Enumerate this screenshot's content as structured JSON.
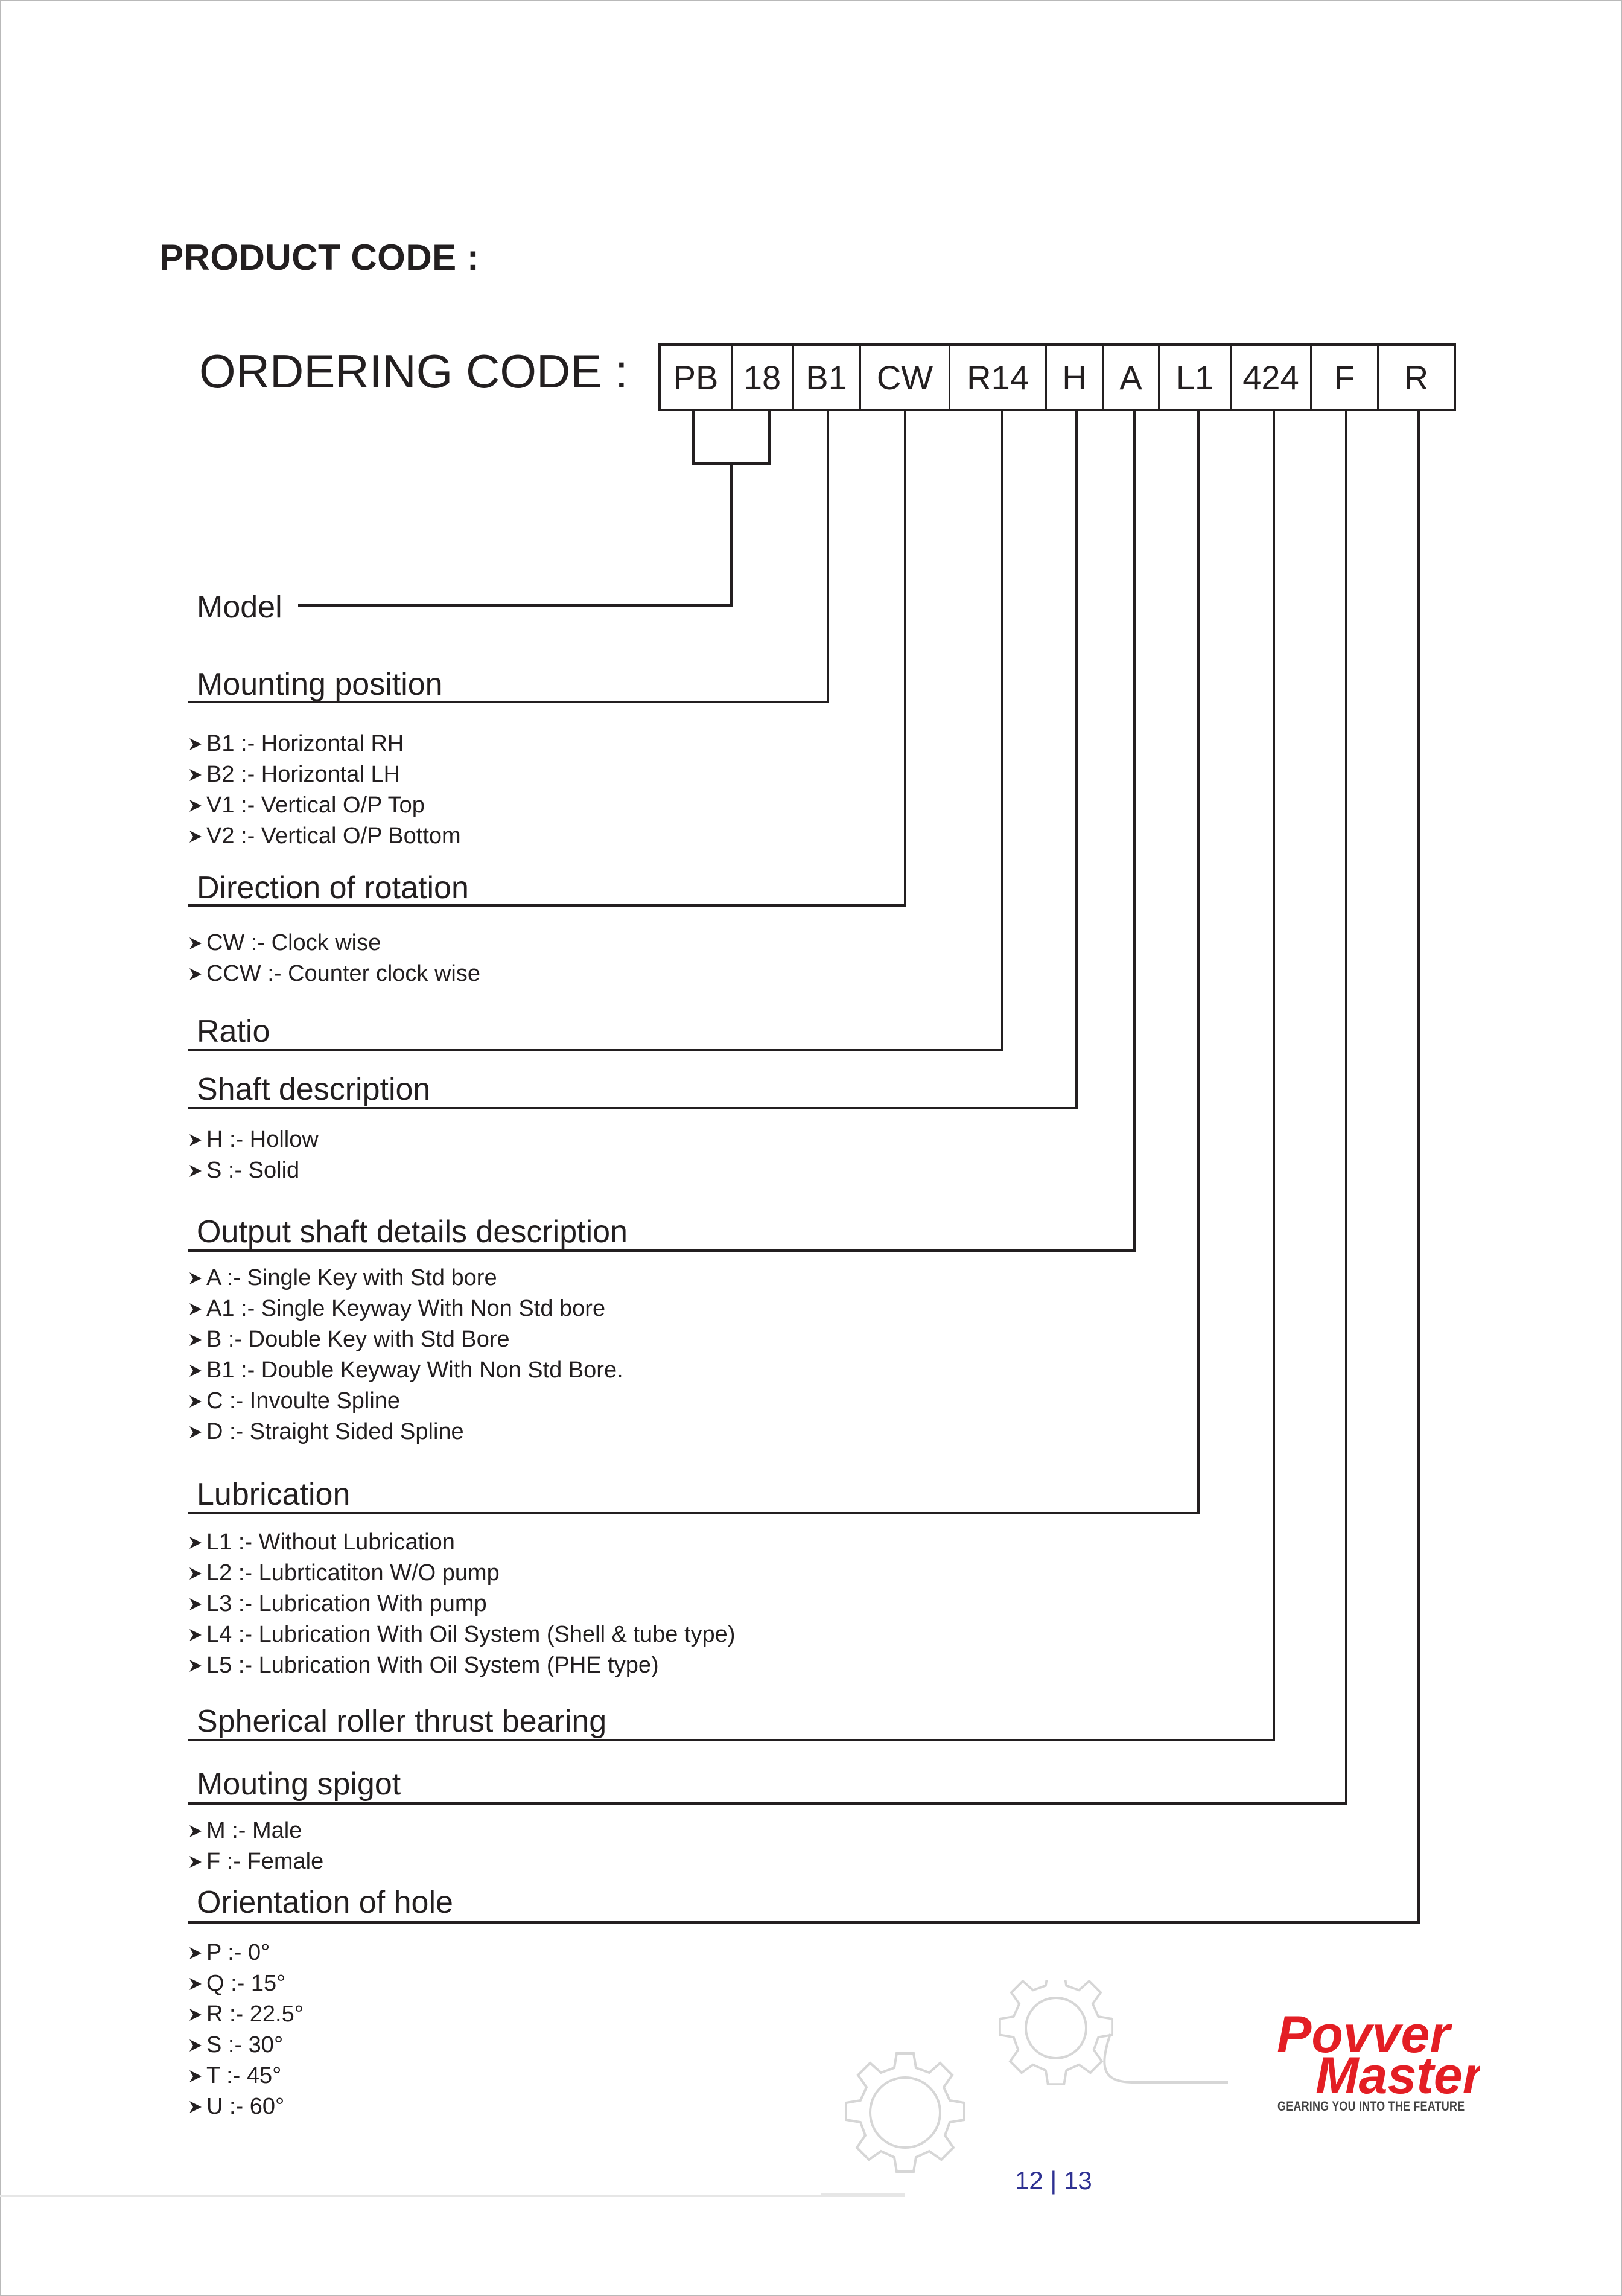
{
  "page": {
    "title": "PRODUCT CODE :",
    "ordering_label": "ORDERING CODE :",
    "code_segments": [
      "PB",
      "18",
      "B1",
      "CW",
      "R14",
      "H",
      "A",
      "L1",
      "424",
      "F",
      "R"
    ]
  },
  "sections": [
    {
      "heading": "Model",
      "items": []
    },
    {
      "heading": "Mounting position",
      "items": [
        "B1 :- Horizontal RH",
        "B2 :- Horizontal LH",
        "V1 :- Vertical O/P Top",
        "V2 :- Vertical O/P Bottom"
      ]
    },
    {
      "heading": "Direction of rotation",
      "items": [
        "CW :- Clock wise",
        "CCW :- Counter clock wise"
      ]
    },
    {
      "heading": "Ratio",
      "items": []
    },
    {
      "heading": "Shaft description",
      "items": [
        "H :- Hollow",
        "S :- Solid"
      ]
    },
    {
      "heading": "Output shaft details description",
      "items": [
        "A :- Single Key with Std bore",
        "A1 :- Single Keyway With Non Std bore",
        "B :- Double Key with Std Bore",
        "B1 :- Double Keyway With Non Std Bore.",
        "C :- Invoulte Spline",
        "D :- Straight Sided Spline"
      ]
    },
    {
      "heading": "Lubrication",
      "items": [
        "L1 :- Without Lubrication",
        "L2 :- Lubrticatiton W/O pump",
        "L3 :- Lubrication With pump",
        "L4 :- Lubrication With Oil System (Shell & tube type)",
        "L5 :- Lubrication With Oil System (PHE type)"
      ]
    },
    {
      "heading": "Spherical roller thrust bearing",
      "items": []
    },
    {
      "heading": "Mouting spigot",
      "items": [
        "M :- Male",
        "F :- Female"
      ]
    },
    {
      "heading": "Orientation of hole",
      "items": [
        "P :- 0°",
        "Q :- 15°",
        "R :- 22.5°",
        "S :-  30°",
        "T :- 45°",
        "U :- 60°"
      ]
    }
  ],
  "logo": {
    "text_line1": "Povver",
    "text_line2": "Master",
    "tagline": "GEARING YOU INTO THE FEATURE",
    "color": "#e31e24"
  },
  "footer": {
    "page_numbers": "12 | 13",
    "color": "#2e3192"
  }
}
